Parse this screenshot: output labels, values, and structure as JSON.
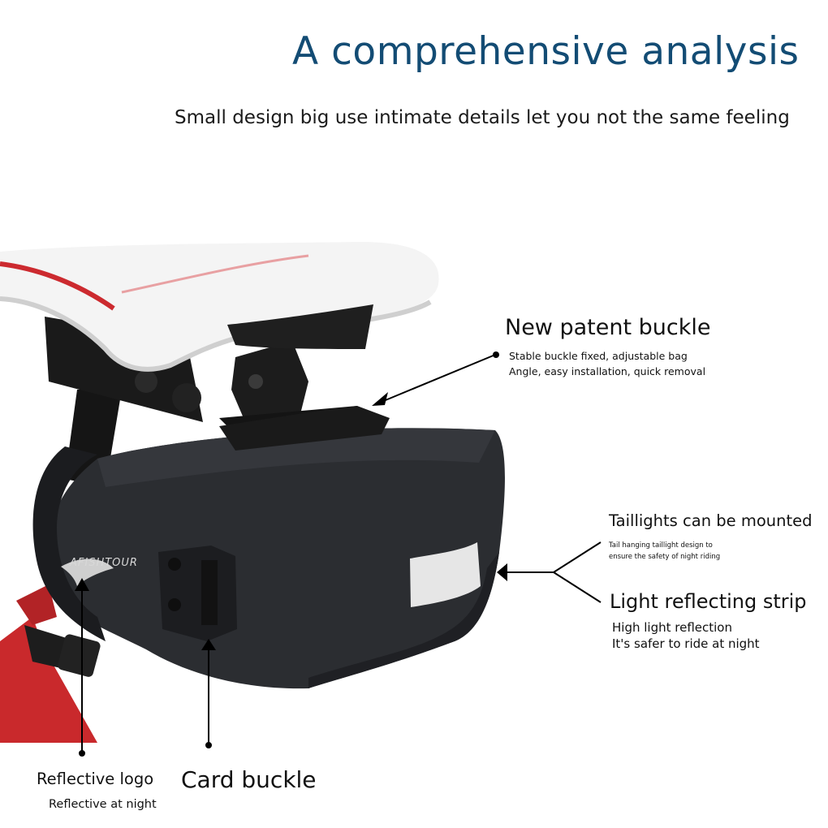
{
  "header": {
    "title": "A comprehensive analysis",
    "subtitle": "Small design big use intimate details let you not the same feeling"
  },
  "product": {
    "brand_logo_text": "AFISHTOUR"
  },
  "callouts": {
    "patent_buckle": {
      "title": "New patent buckle",
      "line1": "Stable buckle fixed, adjustable bag",
      "line2": "Angle, easy installation, quick removal"
    },
    "taillights": {
      "title": "Taillights can be mounted",
      "line1": "Tail hanging taillight design to",
      "line2": "ensure the safety of night riding"
    },
    "reflecting_strip": {
      "title": "Light reflecting strip",
      "line1": "High light reflection",
      "line2": "It's safer to ride at night"
    },
    "reflective_logo": {
      "title": "Reflective logo",
      "line1": "Reflective at night"
    },
    "card_buckle": {
      "title": "Card buckle"
    }
  },
  "colors": {
    "title": "#134c74",
    "bag": "#2b2d31",
    "saddle": "#f4f4f4",
    "frame": "#c9292c"
  }
}
